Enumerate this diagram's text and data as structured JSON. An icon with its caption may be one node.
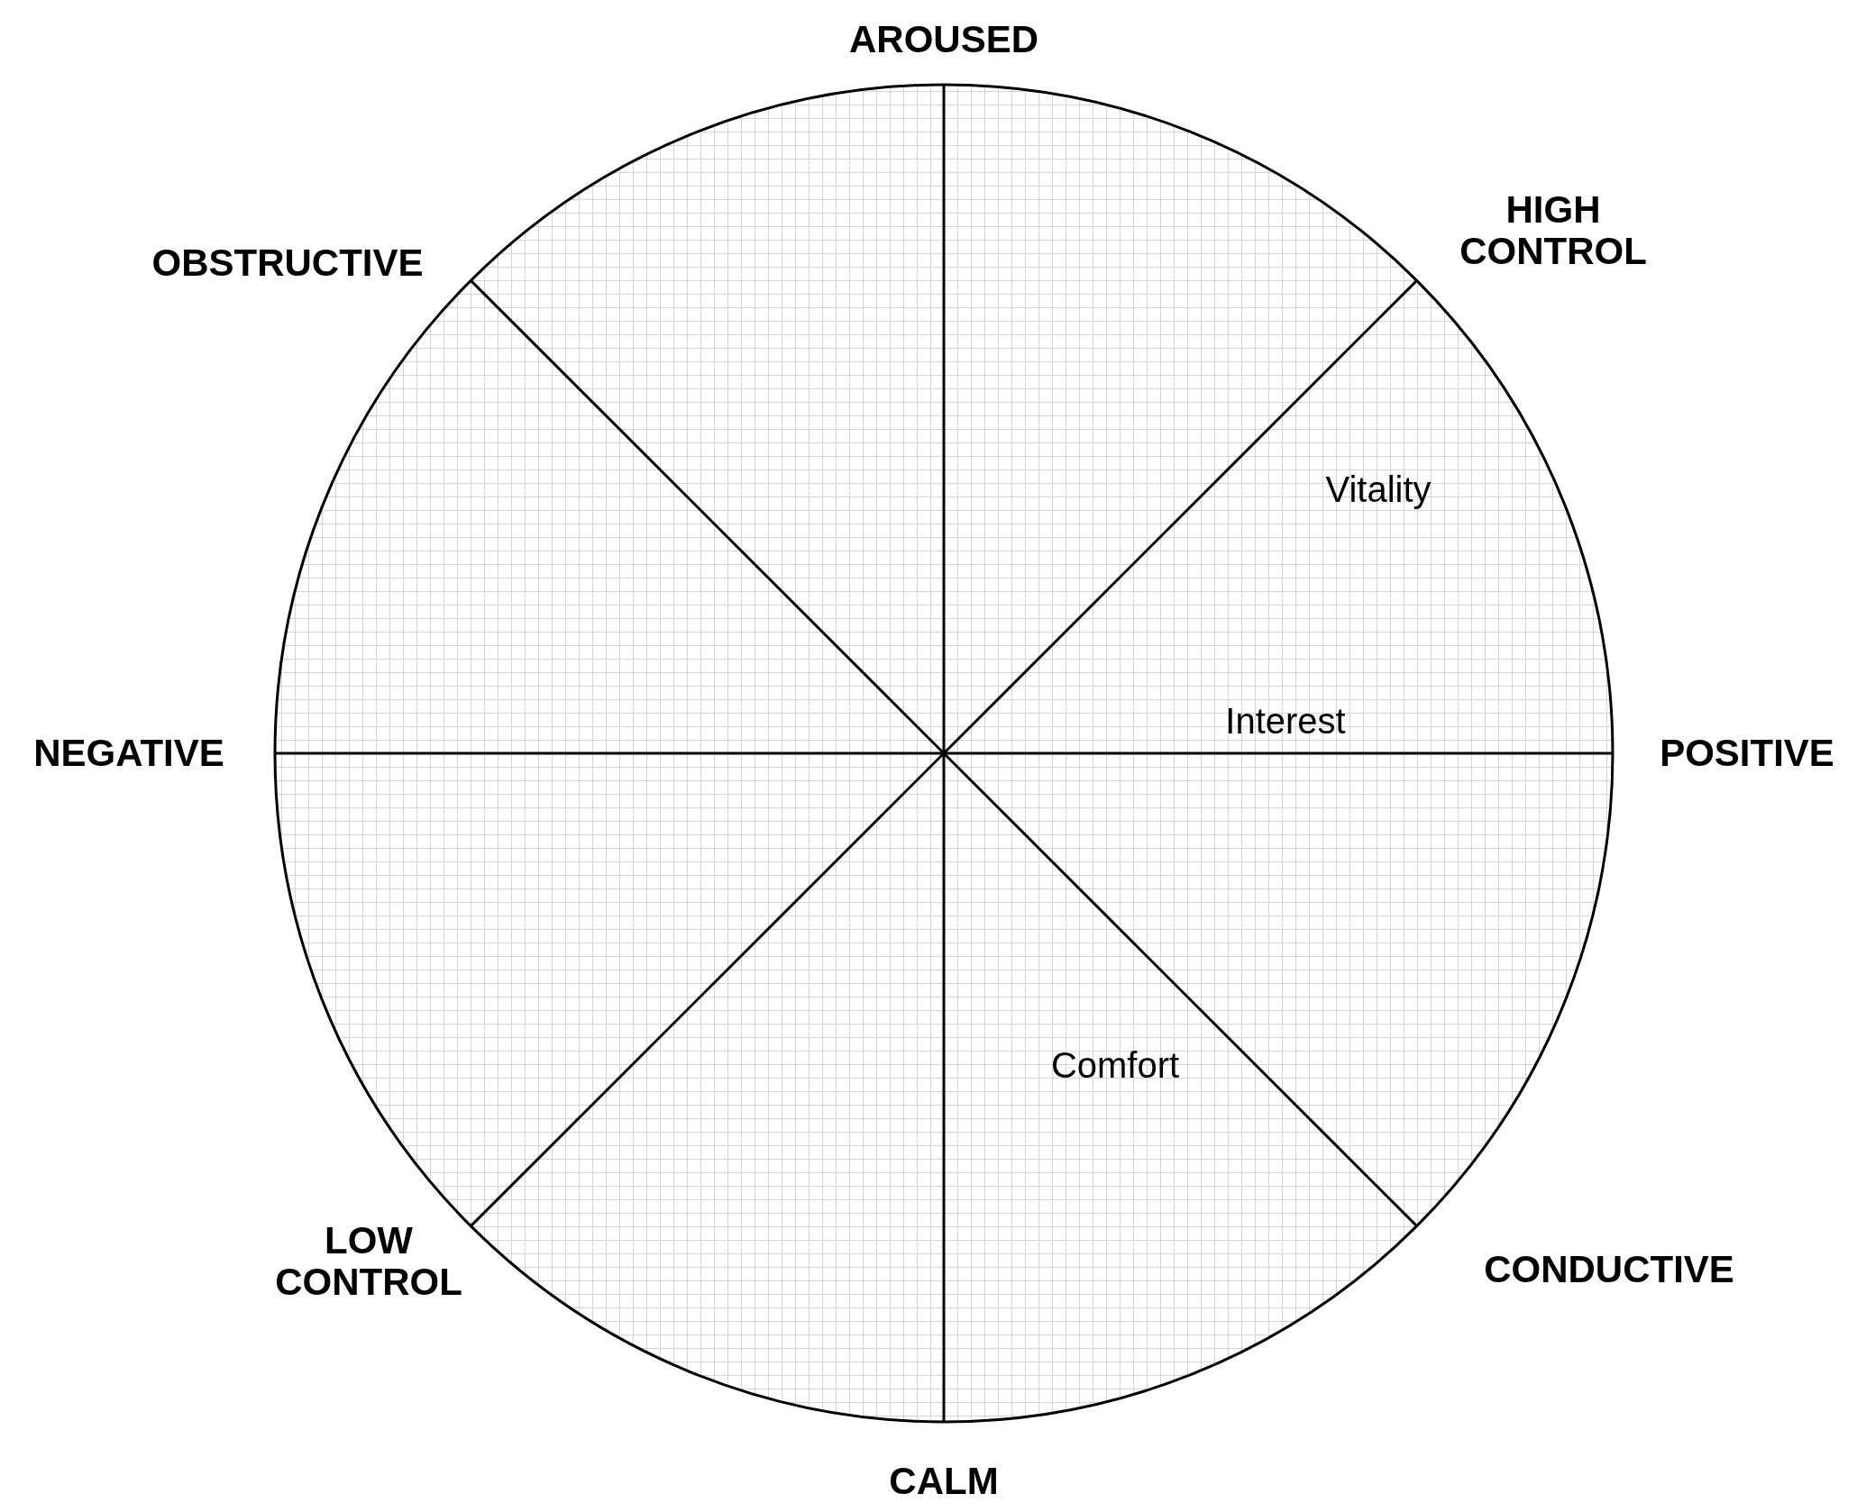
{
  "diagram": {
    "labels": [
      "AROUSED",
      "HIGH CONTROL",
      "OBSTRUCTIVE",
      "Vitality",
      "NEGATIVE",
      "Interest",
      "POSITIVE",
      "Comfort",
      "LOW CONTROL",
      "CONDUCTIVE",
      "CALM"
    ]
  }
}
